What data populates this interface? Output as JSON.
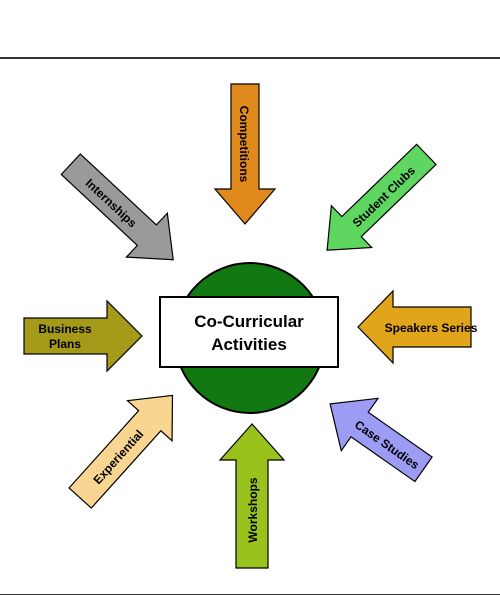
{
  "center": {
    "line1": "Co-Curricular",
    "line2": "Activities",
    "circle_color": "#127812",
    "box_color": "#ffffff"
  },
  "arrows": {
    "competitions": {
      "label": "Competitions",
      "color": "#e08a1e"
    },
    "student_clubs": {
      "label": "Student Clubs",
      "color": "#5fd65f"
    },
    "speakers_series": {
      "label": "Speakers Series",
      "color": "#e0a51b"
    },
    "case_studies": {
      "label": "Case Studies",
      "color": "#9c9cf4"
    },
    "workshops": {
      "label": "Workshops",
      "color": "#9ac21c"
    },
    "experiential": {
      "label": "Experiential",
      "color": "#f8d590"
    },
    "business_plans": {
      "line1": "Business",
      "line2": "Plans",
      "color": "#a49a18"
    },
    "internships": {
      "label": "Internships",
      "color": "#9a9a9a"
    }
  }
}
